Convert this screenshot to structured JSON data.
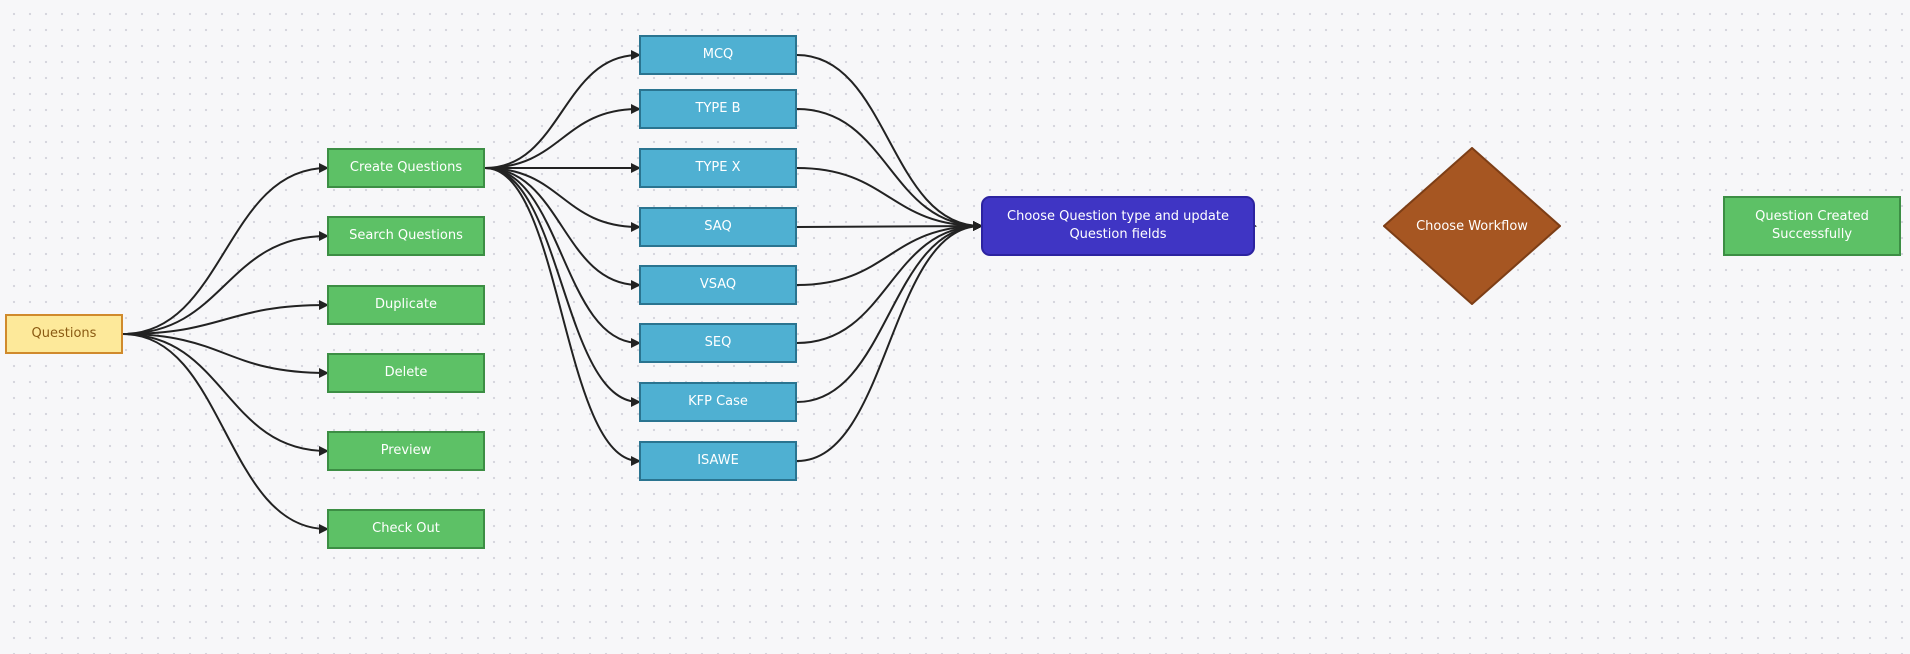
{
  "diagram": {
    "root": {
      "label": "Questions"
    },
    "actions": [
      {
        "key": "create",
        "label": "Create Questions"
      },
      {
        "key": "search",
        "label": "Search Questions"
      },
      {
        "key": "duplicate",
        "label": "Duplicate"
      },
      {
        "key": "delete",
        "label": "Delete"
      },
      {
        "key": "preview",
        "label": "Preview"
      },
      {
        "key": "checkout",
        "label": "Check Out"
      }
    ],
    "question_types": [
      {
        "key": "mcq",
        "label": "MCQ"
      },
      {
        "key": "typeb",
        "label": "TYPE B"
      },
      {
        "key": "typex",
        "label": "TYPE X"
      },
      {
        "key": "saq",
        "label": "SAQ"
      },
      {
        "key": "vsaq",
        "label": "VSAQ"
      },
      {
        "key": "seq",
        "label": "SEQ"
      },
      {
        "key": "kfp",
        "label": "KFP Case"
      },
      {
        "key": "isawe",
        "label": "ISAWE"
      }
    ],
    "process": {
      "label_line1": "Choose Question type and update",
      "label_line2": "Question fields"
    },
    "decision": {
      "label": "Choose Workflow"
    },
    "result": {
      "label_line1": "Question Created",
      "label_line2": "Successfully"
    },
    "edges": [
      [
        "root",
        "create"
      ],
      [
        "root",
        "search"
      ],
      [
        "root",
        "duplicate"
      ],
      [
        "root",
        "delete"
      ],
      [
        "root",
        "preview"
      ],
      [
        "root",
        "checkout"
      ],
      [
        "create",
        "mcq"
      ],
      [
        "create",
        "typeb"
      ],
      [
        "create",
        "typex"
      ],
      [
        "create",
        "saq"
      ],
      [
        "create",
        "vsaq"
      ],
      [
        "create",
        "seq"
      ],
      [
        "create",
        "kfp"
      ],
      [
        "create",
        "isawe"
      ],
      [
        "mcq",
        "process"
      ],
      [
        "typeb",
        "process"
      ],
      [
        "typex",
        "process"
      ],
      [
        "saq",
        "process"
      ],
      [
        "vsaq",
        "process"
      ],
      [
        "seq",
        "process"
      ],
      [
        "kfp",
        "process"
      ],
      [
        "isawe",
        "process"
      ],
      [
        "process",
        "decision"
      ],
      [
        "decision",
        "result"
      ]
    ],
    "colors": {
      "root_fill": "#fde99a",
      "action_fill": "#5dc166",
      "qtype_fill": "#4fb0d2",
      "process_fill": "#3f35c4",
      "decision_fill": "#a65622",
      "edge": "#222222"
    }
  }
}
